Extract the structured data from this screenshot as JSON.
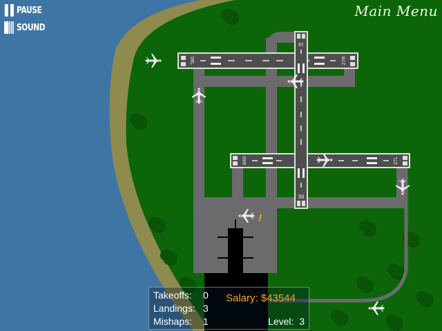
{
  "controls": {
    "pause_label": "PAUSE",
    "sound_label": "SOUND",
    "main_menu_label": "Main Menu"
  },
  "runways": [
    {
      "id": "north",
      "left_label": "09L",
      "right_label": "27R"
    },
    {
      "id": "south",
      "left_label": "09R",
      "right_label": "27L"
    },
    {
      "id": "vertical",
      "top_label": "18",
      "bottom_label": "36"
    }
  ],
  "alert": {
    "glyph": "!",
    "color": "#f5a623"
  },
  "stats": {
    "takeoffs_label": "Takeoffs:",
    "takeoffs": "0",
    "landings_label": "Landings:",
    "landings": "3",
    "mishaps_label": "Mishaps:",
    "mishaps": "1",
    "salary": "Salary: $43544",
    "level_label": "Level:",
    "level": "3"
  },
  "colors": {
    "water": "#3f75a5",
    "sand": "#8f8a4e",
    "grass": "#0c6609",
    "tree": "#095007",
    "taxiway": "#6b6b6e",
    "runway": "#4e4e4e",
    "salary": "#f5a623"
  }
}
